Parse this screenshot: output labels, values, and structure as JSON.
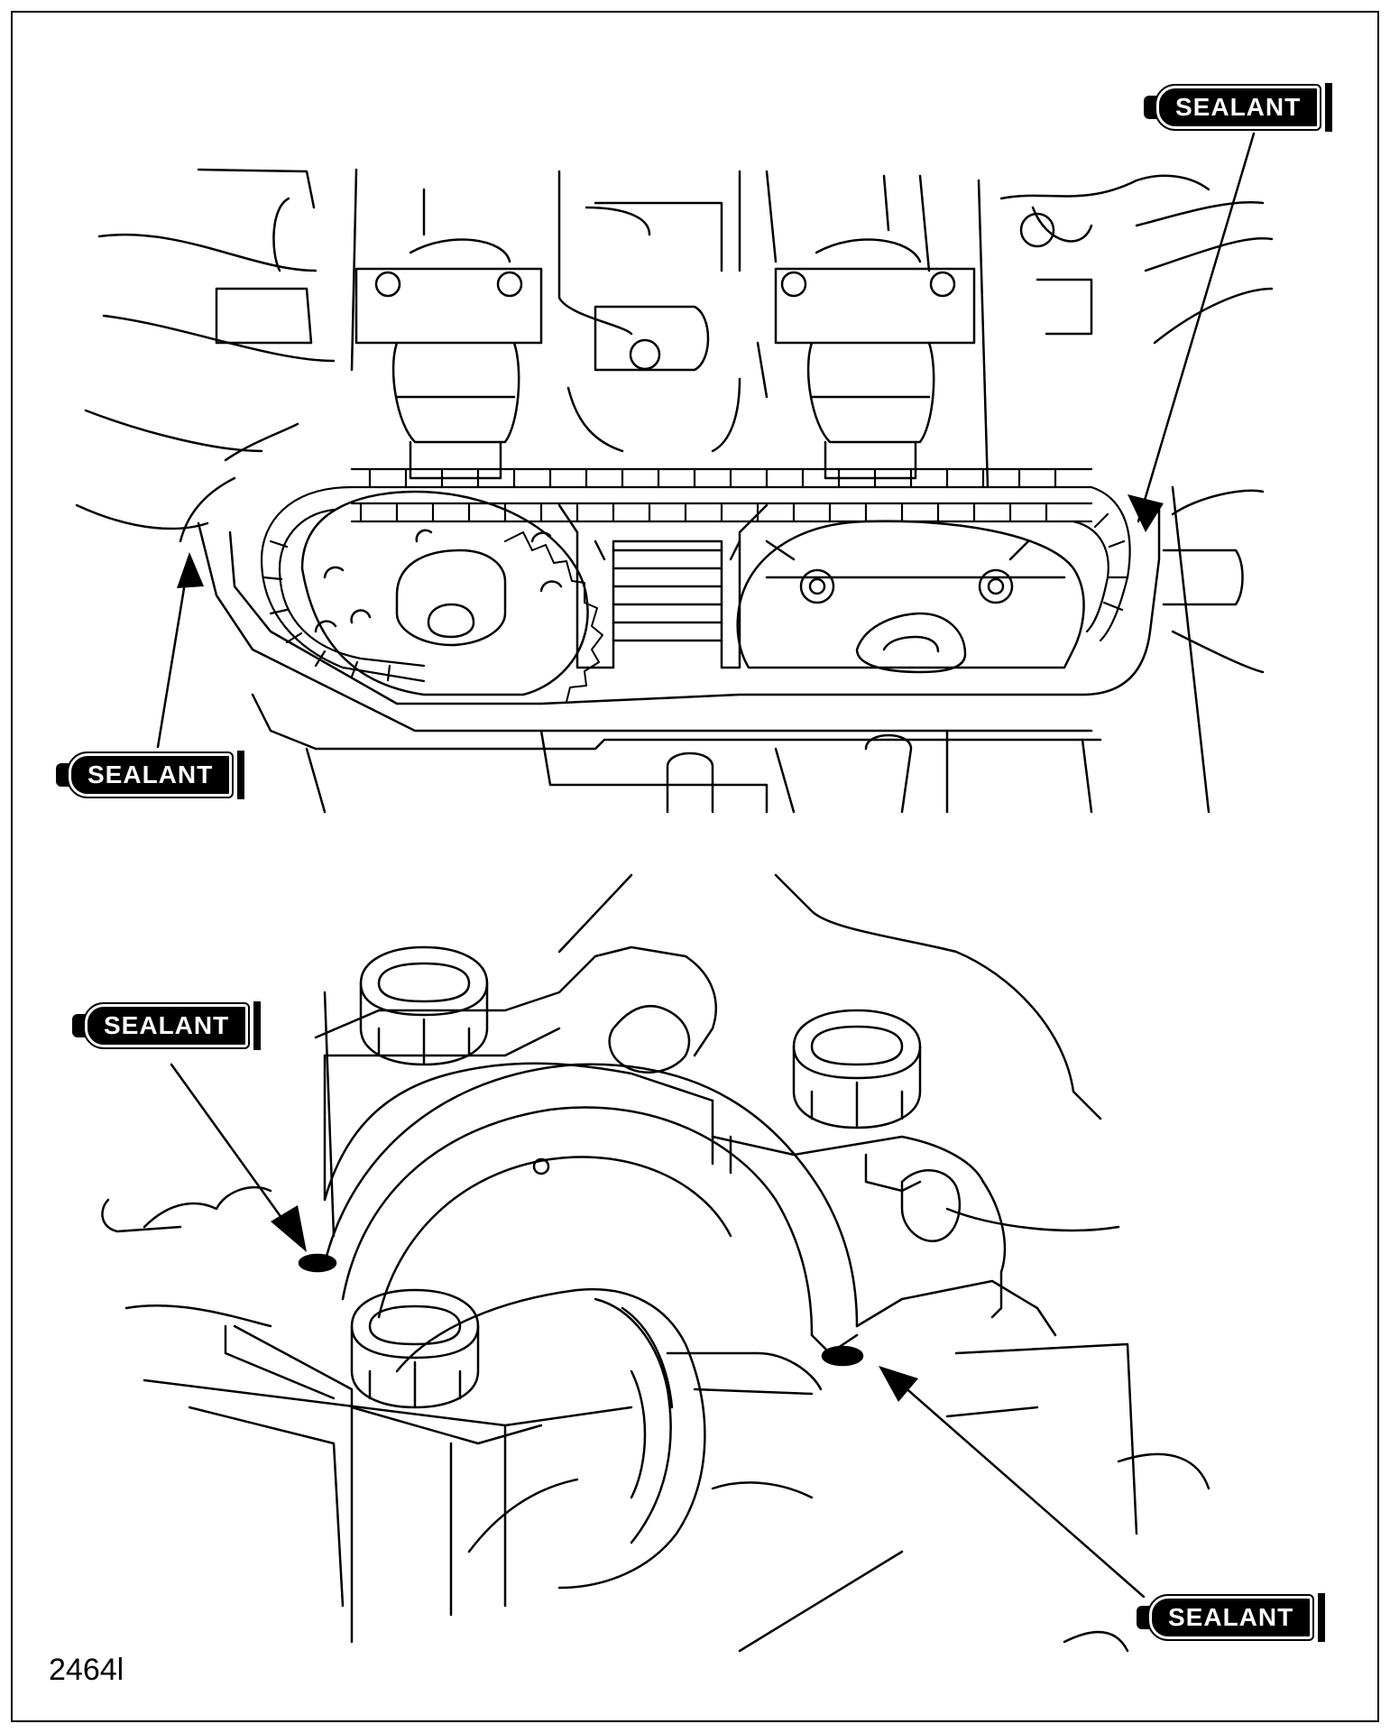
{
  "callouts": {
    "top_right": "SEALANT",
    "top_left": "SEALANT",
    "bottom_left": "SEALANT",
    "bottom_right": "SEALANT"
  },
  "figure": {
    "code": "2464l"
  },
  "colors": {
    "ink": "#000000",
    "paper": "#ffffff"
  }
}
